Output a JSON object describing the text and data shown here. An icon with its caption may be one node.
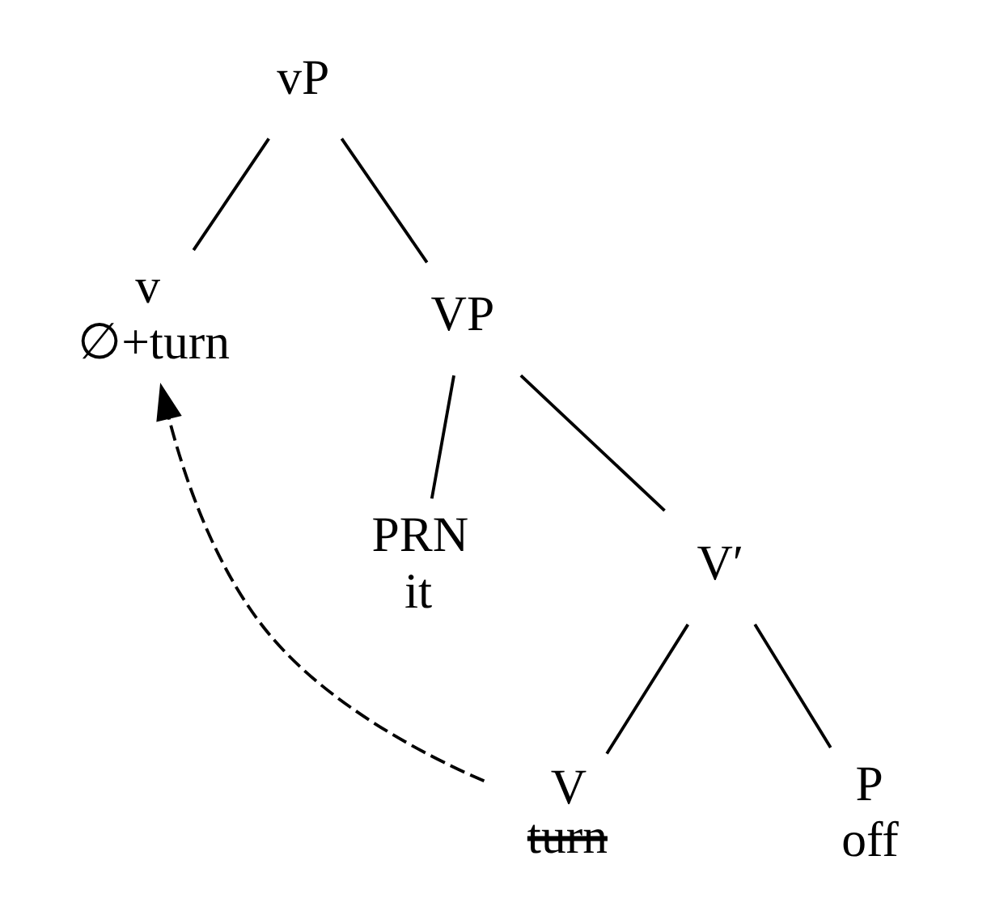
{
  "diagram": {
    "nodes": [
      {
        "text": [
          "vP"
        ]
      },
      {
        "text": [
          "v",
          "∅+turn"
        ]
      },
      {
        "text": [
          "VP"
        ]
      },
      {
        "text": [
          "PRN",
          "it"
        ]
      },
      {
        "text": [
          "V′"
        ]
      },
      {
        "text": [
          "V",
          "turn"
        ]
      },
      {
        "text": [
          "P",
          "off"
        ]
      }
    ],
    "edges": [
      {
        "from": 0,
        "to": 1,
        "arrow": "none"
      },
      {
        "from": 0,
        "to": 2,
        "arrow": "none"
      },
      {
        "from": 2,
        "to": 3,
        "arrow": "none"
      },
      {
        "from": 2,
        "to": 4,
        "arrow": "none"
      },
      {
        "from": 4,
        "to": 5,
        "arrow": "none"
      },
      {
        "from": 4,
        "to": 6,
        "arrow": "none"
      },
      {
        "from": 5,
        "to": 1,
        "arrow": "to",
        "style": "dashed"
      }
    ]
  }
}
